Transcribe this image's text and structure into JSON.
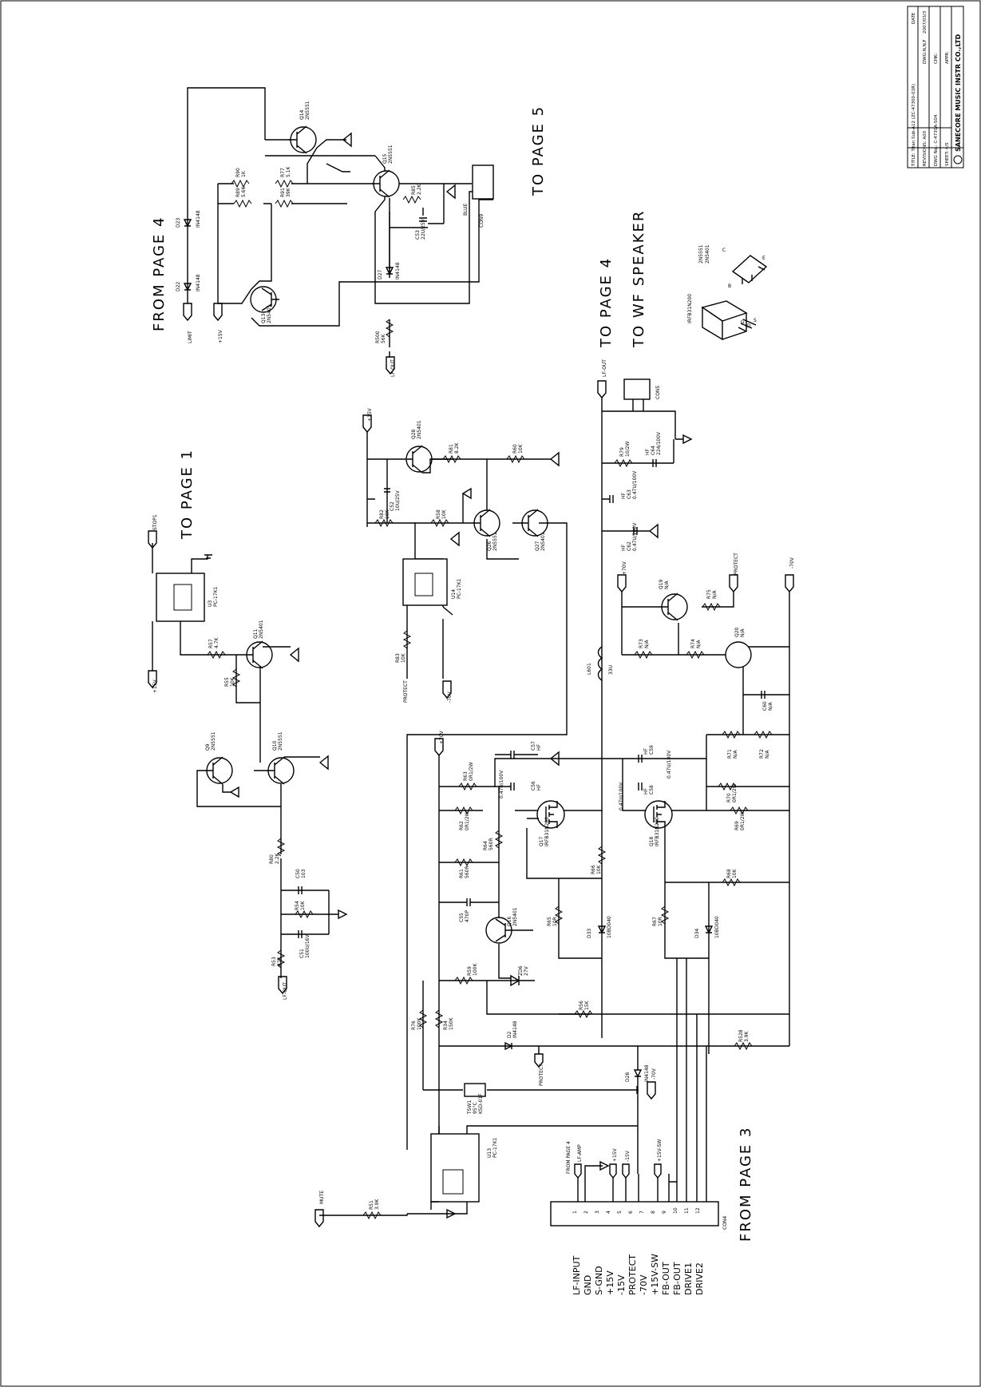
{
  "notes": {
    "from_page_4": "FROM PAGE 4",
    "to_page_5": "TO PAGE 5",
    "to_page_1": "TO PAGE 1",
    "to_page_4": "TO PAGE 4",
    "to_wf_speaker": "TO WF SPEAKER",
    "from_page_3": "FROM PAGE 3"
  },
  "ports": {
    "limit": "LIMIT",
    "p15v_a": "+15V",
    "lfout_a": "LF-OUT",
    "stop1": "STOP1",
    "p15v_b": "+15V",
    "lfout_b": "LF-OUT",
    "p15v_c": "+15V",
    "protect_a": "PROTECT",
    "n70v_a": "-70V",
    "lfout_c": "LF-OUT",
    "p70v_a": "+70V",
    "protect_b": "PROTECT",
    "n70v_b": "-70V",
    "p70v_b": "+70V",
    "mute": "MUTE",
    "protect_c": "PROTECT",
    "n70v_c": "-70V",
    "lfamp": "LF-AMP",
    "p15v_d": "+15V",
    "n15v_d": "-15V",
    "p15vsw": "+15V-SW",
    "blue": "BLUE"
  },
  "parts": {
    "d23": "D23",
    "d22": "D22",
    "in4148_a": "IN4148",
    "in4148_b": "IN4148",
    "r90": "R90",
    "r90v": "1K",
    "r77": "R77",
    "r77v": "5.1K",
    "q14": "Q14",
    "q14v": "2N5551",
    "q15": "Q15",
    "q15v": "2N5551",
    "r89": "R89",
    "r89v": "5.6K",
    "r91": "R91",
    "r91v": "39K",
    "r85": "R85",
    "r85v": "2.2K",
    "c53": "C53",
    "c53v": "22U/25V",
    "d27": "D27",
    "d27v": "IN4148",
    "q13": "Q13",
    "q13v": "2N5401",
    "r500": "R500",
    "r500v": "56K",
    "con9": "CON9",
    "u3": "U3",
    "u3v": "PC-17K1",
    "r57": "R57",
    "r57v": "4.7K",
    "q11": "Q11",
    "q11v": "2N5401",
    "r55": "R55",
    "r55v": "10K",
    "q9": "Q9",
    "q9v": "2N5551",
    "q10": "Q10",
    "q10v": "2N5551",
    "r80": "R80",
    "r80v": "2.2K",
    "c50": "C50",
    "c50v": "103",
    "r54": "R54",
    "r54v": "10K",
    "c51": "C51",
    "c51v": "100U/16V",
    "r53": "R53",
    "r53v": "47K",
    "q28": "Q28",
    "q28v": "2N5401",
    "r81": "R81",
    "r81v": "8.2K",
    "r60": "R60",
    "r60v": "10K",
    "c52": "C52",
    "c52v": "10U/25V",
    "r82": "R82",
    "r82v": "10K",
    "r58": "R58",
    "r58v": "10K",
    "q26": "Q26",
    "q26v": "2N5551",
    "q27": "Q27",
    "q27v": "2N5401",
    "u14": "U14",
    "u14v": "PC-17K1",
    "r83": "R83",
    "r83v": "10K",
    "con5": "CON5",
    "r79": "R79",
    "r79v": "10/2W",
    "c64": "C64",
    "c64v": "224/100V",
    "c63": "C63",
    "c63v": "0.47U/100V",
    "c62": "C62",
    "c62v": "0.47U/100V",
    "hf": "HF",
    "q19": "Q19",
    "q19v": "N/A",
    "r75": "R75",
    "r75v": "N/A",
    "r73": "R73",
    "r73v": "N/A",
    "r74": "R74",
    "r74v": "N/A",
    "q20": "Q20",
    "q20v": "N/A",
    "c60": "C60",
    "c60v": "N/A",
    "l601": "L601",
    "l601v": "33U",
    "r71": "R71",
    "r71v": "N/A",
    "r72": "R72",
    "r72v": "N/A",
    "c57": "C57",
    "c59": "C59",
    "c59v": "0.47U/100V",
    "r63": "R63",
    "r63v": "0R1/2W",
    "c56": "C56",
    "c56v": "0.47U/100V",
    "c58": "C58",
    "c58v": "0.47U/100V",
    "r70": "R70",
    "r70v": "0R1/2W",
    "r62": "R62",
    "r62v": "0R1/2W",
    "r64": "R64",
    "r64v": "560R",
    "q17": "Q17",
    "q17v": "IRFB31N200",
    "q18": "Q18",
    "q18v": "IRFB31N200",
    "r69": "R69",
    "r69v": "0R1/2W",
    "r66": "R66",
    "r66v": "10K",
    "r61": "R61",
    "r61v": "560R",
    "r68": "R68",
    "r68v": "10K",
    "c55": "C55",
    "c55v": "470P",
    "q16": "Q16",
    "q16v": "2N5401",
    "r65": "R65",
    "r65v": "10R",
    "d33": "D33",
    "d33v": "10BD040",
    "r67": "R67",
    "r67v": "10R",
    "d34": "D34",
    "d34v": "10BD040",
    "r59": "R59",
    "r59v": "100K",
    "zd6": "ZD6",
    "zd6v": "27V",
    "r76": "R76",
    "r76v": "100K",
    "r34": "R34",
    "r34v": "150K",
    "r56": "R56",
    "r56v": "15K",
    "d2": "D2",
    "d2v": "IN4148",
    "r528": "R528",
    "r528v": "3.9K",
    "tsw1": "TSW1",
    "tsw1a": "95°C",
    "tsw1b": "KSD-01F",
    "d28": "D28",
    "d28v": "IN4148",
    "u13": "U13",
    "u13v": "PC-17K1",
    "r51": "R51",
    "r51v": "3.9K",
    "con4": "CON4",
    "from_page4_small": "FROM PAGE 4",
    "irf_ref": "IRFB31N200",
    "q2n5551": "2N5551",
    "q2n5401": "2N5401",
    "g": "G",
    "d": "D",
    "s": "S",
    "b": "B",
    "c": "C",
    "e": "E"
  },
  "connector": {
    "pins": [
      "LF-INPUT",
      "GND",
      "S-GND",
      "+15V",
      "-15V",
      "PROTECT",
      "-70V",
      "+15V-SW",
      "FB-OUT",
      "FB-OUT",
      "DRIVE1",
      "DRIVE2"
    ],
    "numbers": [
      "1",
      "2",
      "3",
      "4",
      "5",
      "6",
      "7",
      "8",
      "9",
      "10",
      "11",
      "12"
    ]
  },
  "title_block": {
    "title": "TITLE: Titan Sub-A12 (ZC-47300-01R)",
    "revisions": "REVISIONS: A00",
    "dwg_no": "DWG No.: C-4730A-S04",
    "sheet": "SHEET: 4/5",
    "date_h": "DATE",
    "date_v": "2007/03/3",
    "dwgdn": "DWG:N,N,F",
    "chk": "CHK:",
    "appr": "APPR:",
    "company": "SANECORE MUSIC INSTR CO.,LTD"
  }
}
